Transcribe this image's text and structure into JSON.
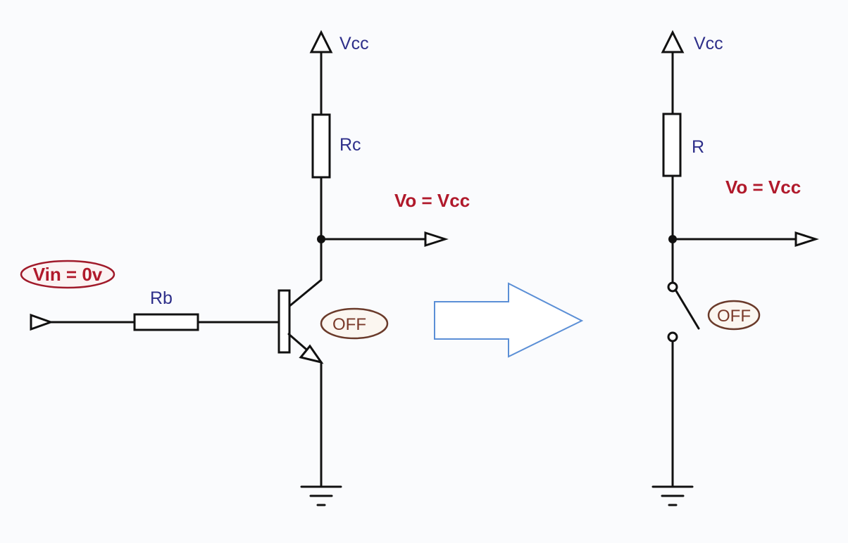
{
  "transistor_circuit": {
    "supply_label": "Vcc",
    "collector_resistor_label": "Rc",
    "base_resistor_label": "Rb",
    "input_label": "Vin = 0v",
    "output_label": "Vo = Vcc",
    "state_label": "OFF"
  },
  "equivalent_circuit": {
    "supply_label": "Vcc",
    "resistor_label": "R",
    "output_label": "Vo = Vcc",
    "state_label": "OFF"
  },
  "colors": {
    "component_label": "#2e2f8a",
    "voltage_label": "#b0192b",
    "state_label": "#7a3a2a",
    "wire": "#111111",
    "arrow": "#5b8fd6"
  }
}
